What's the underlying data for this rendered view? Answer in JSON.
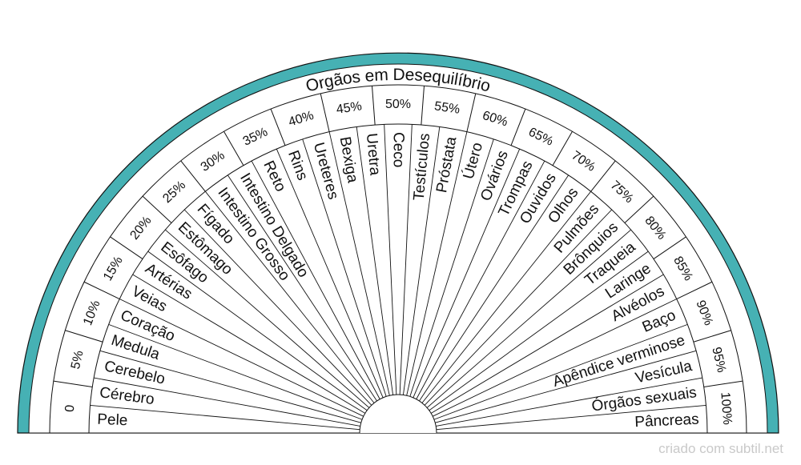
{
  "title": "Orgãos em Desequilíbrio",
  "credit": "criado com subtil.net",
  "colors": {
    "band": "#46b1b4",
    "line": "#111111",
    "fill": "#ffffff"
  },
  "chart_data": {
    "type": "radial-chart",
    "title": "Orgãos em Desequilíbrio",
    "percent_labels": [
      "0",
      "5%",
      "10%",
      "15%",
      "20%",
      "25%",
      "30%",
      "35%",
      "40%",
      "45%",
      "50%",
      "55%",
      "60%",
      "65%",
      "70%",
      "75%",
      "80%",
      "85%",
      "90%",
      "95%",
      "100%"
    ],
    "organs": [
      "Pele",
      "Cérebro",
      "Cerebelo",
      "Medula",
      "Coração",
      "Veias",
      "Artérias",
      "Esôfago",
      "Estômago",
      "Fígado",
      "Intestino Grosso",
      "Intestino Delgado",
      "Reto",
      "Rins",
      "Ureteres",
      "Bexiga",
      "Uretra",
      "Ceco",
      "Testículos",
      "Próstata",
      "Útero",
      "Ovários",
      "Trompas",
      "Ouvidos",
      "Olhos",
      "Pulmões",
      "Brônquios",
      "Traqueia",
      "Laringe",
      "Alvéolos",
      "Baço",
      "Apêndice verminose",
      "Vesícula",
      "Órgãos sexuais",
      "Pâncreas"
    ]
  }
}
